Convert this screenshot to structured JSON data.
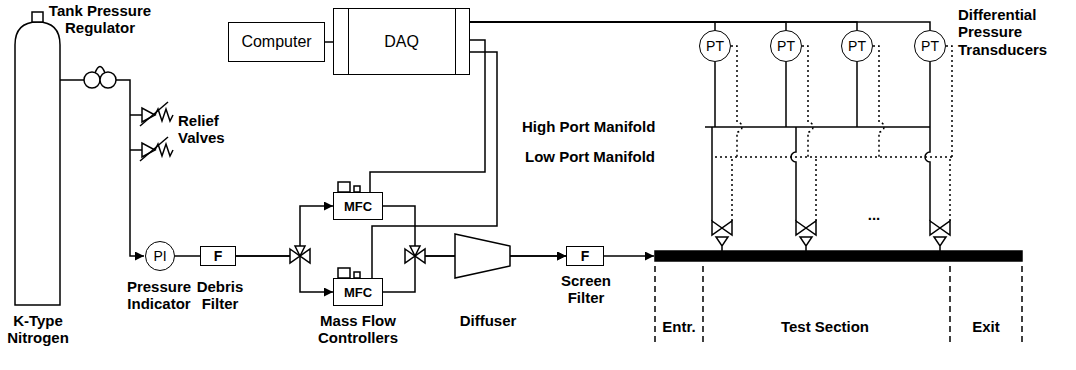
{
  "diagram": {
    "nodes": [
      {
        "text": [
          "Computer"
        ]
      },
      {
        "text": [
          "DAQ"
        ]
      },
      {
        "text": [
          "PT"
        ]
      },
      {
        "text": [
          "PT"
        ]
      },
      {
        "text": [
          "PT"
        ]
      },
      {
        "text": [
          "PT"
        ]
      },
      {
        "text": [
          "PI"
        ]
      },
      {
        "text": [
          "F"
        ]
      },
      {
        "text": [
          "MFC"
        ]
      },
      {
        "text": [
          "MFC"
        ]
      },
      {
        "text": [
          "F"
        ]
      }
    ],
    "edges": [
      {
        "from": 0,
        "to": 1,
        "arrow": "none"
      },
      {
        "from": 1,
        "to": 2,
        "arrow": "none"
      },
      {
        "from": 1,
        "to": 3,
        "arrow": "none"
      },
      {
        "from": 1,
        "to": 4,
        "arrow": "none"
      },
      {
        "from": 1,
        "to": 5,
        "arrow": "none"
      },
      {
        "from": 1,
        "to": 8,
        "arrow": "none"
      },
      {
        "from": 1,
        "to": 9,
        "arrow": "none"
      },
      {
        "from": 6,
        "to": 7,
        "arrow": "none"
      },
      {
        "from": 7,
        "to": 8,
        "arrow": "to"
      },
      {
        "from": 7,
        "to": 9,
        "arrow": "to"
      },
      {
        "from": 8,
        "to": 10,
        "arrow": "to"
      },
      {
        "from": 9,
        "to": 10,
        "arrow": "to"
      }
    ],
    "labels": [
      "Tank Pressure Regulator",
      "Relief Valves",
      "Pressure Indicator",
      "Debris Filter",
      "Mass Flow Controllers",
      "Diffuser",
      "Screen Filter",
      "Entr.",
      "Test Section",
      "Exit",
      "K-Type Nitrogen",
      "Differential Pressure Transducers",
      "High Port Manifold",
      "Low Port Manifold",
      "..."
    ]
  }
}
